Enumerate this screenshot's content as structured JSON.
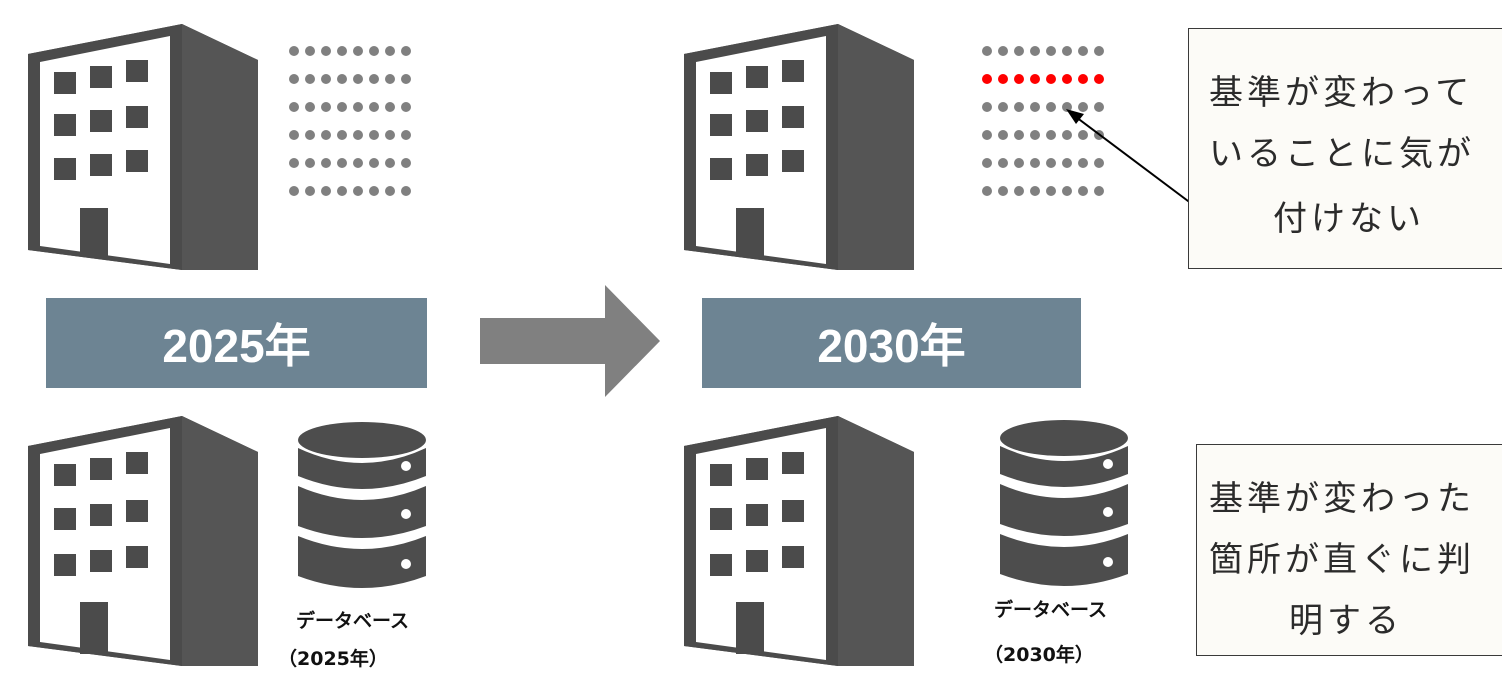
{
  "colors": {
    "building": "#4d4d4d",
    "dot_gray": "#808080",
    "dot_red": "#ff0000",
    "year_box": "#6d8493",
    "arrow": "#808080"
  },
  "left": {
    "year_label": "2025年",
    "db_label_line1": "データベース",
    "db_label_line2": "（2025年）"
  },
  "right": {
    "year_label": "2030年",
    "db_label_line1": "データベース",
    "db_label_line2": "（2030年）"
  },
  "notes": {
    "top": [
      "基準が変わって",
      "いることに気が",
      "付けない"
    ],
    "bottom": [
      "基準が変わった",
      "箇所が直ぐに判",
      "明する"
    ]
  },
  "icons": [
    "building-icon",
    "database-icon",
    "dot-list",
    "right-arrow-icon"
  ]
}
